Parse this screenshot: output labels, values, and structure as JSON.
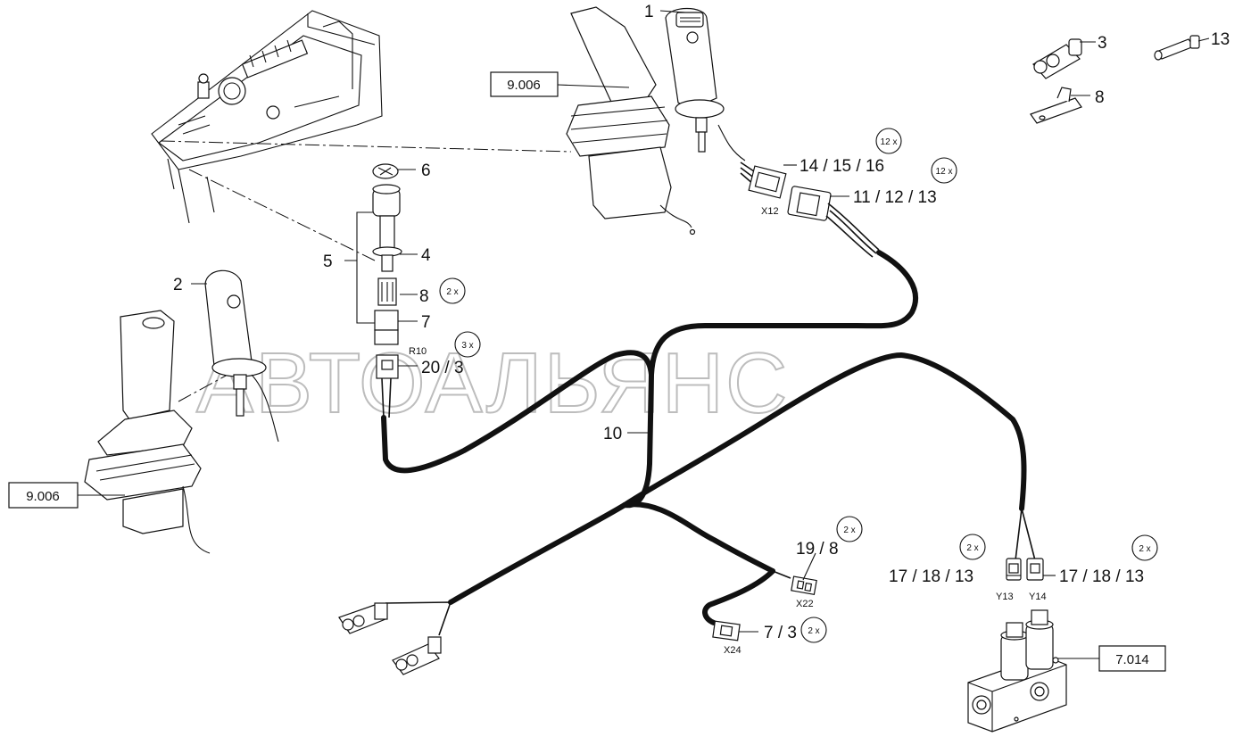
{
  "watermark": "АВТОАЛЬЯНС",
  "references": [
    {
      "id": "ref-left",
      "text": "9.006"
    },
    {
      "id": "ref-top",
      "text": "9.006"
    },
    {
      "id": "ref-valve",
      "text": "7.014"
    }
  ],
  "callouts": {
    "c1": "1",
    "c2": "2",
    "c3": "3",
    "c4": "4",
    "c5": "5",
    "c6": "6",
    "c7": "7",
    "c8a": "8",
    "c8b": "8",
    "c10": "10",
    "c13": "13",
    "c141516": "14 / 15 / 16",
    "c111213": "11 / 12 / 13",
    "c203": "20 / 3",
    "c198": "19 / 8",
    "c73": "7 / 3",
    "c171813a": "17 / 18 / 13",
    "c171813b": "17 / 18 / 13"
  },
  "quantities": {
    "q12a": "12 x",
    "q12b": "12 x",
    "q2a": "2 x",
    "q3": "3 x",
    "q2b": "2 x",
    "q2c": "2 x",
    "q2d": "2 x",
    "q2e": "2 x"
  },
  "connectors": {
    "x12": "X12",
    "r10": "R10",
    "x22": "X22",
    "x24": "X24",
    "y13": "Y13",
    "y14": "Y14"
  }
}
